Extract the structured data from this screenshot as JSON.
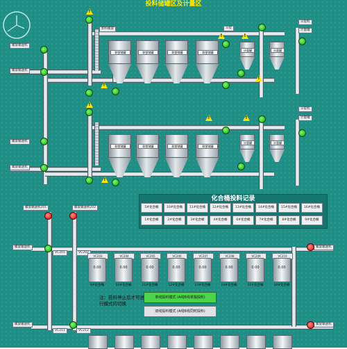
{
  "title": "投料储罐区及计量区",
  "section_a": {
    "feeder_top": "卸料螺旋",
    "elevator_top": "斗提",
    "tanks": [
      "联塑储罐",
      "联塑储罐",
      "联塑储罐",
      "联塑储罐"
    ],
    "meter_tanks": [
      "计量罐",
      "计量罐"
    ],
    "screw_labels": [
      "螺旋输送机",
      "螺旋输送机"
    ],
    "right_labels": [
      "斗提机",
      "计量罐"
    ]
  },
  "section_b": {
    "tanks": [
      "联塑储罐",
      "联塑储罐",
      "联塑储罐",
      "联塑储罐"
    ],
    "meter_tanks": [
      "计量罐",
      "计量罐"
    ],
    "screw_labels": [
      "螺旋输送机",
      "螺旋输送机"
    ],
    "right_labels": [
      "斗提机",
      "计量罐"
    ]
  },
  "mixer_record": {
    "title": "化合桶投料记录",
    "row1": [
      "5#化合桶",
      "10#化合桶",
      "11#化合桶",
      "12#化合桶",
      "13#化合桶",
      "14#化合桶",
      "15#化合桶",
      "16#化合桶"
    ],
    "row2": [
      "1#化合桶",
      "2#化合桶",
      "3#化合桶",
      "4#化合桶",
      "6#化合桶",
      "7#化合桶",
      "8#化合桶",
      "9#化合桶"
    ]
  },
  "lower": {
    "left_labels": [
      "螺旋输送机201",
      "螺旋输送机202"
    ],
    "right_labels": [
      "螺旋输送机",
      "螺旋输送机"
    ],
    "bottom_labels": [
      "螺旋输送机",
      "螺旋输送机"
    ],
    "pipe_codes": [
      "VC201",
      "VC202",
      "VC211",
      "VC212"
    ],
    "drums": [
      {
        "code": "VC203",
        "value": "0.00",
        "name": "9#化合桶"
      },
      {
        "code": "VC204",
        "value": "0.00",
        "name": "10#化合桶"
      },
      {
        "code": "VC205",
        "value": "0.00",
        "name": "11#化合桶"
      },
      {
        "code": "VC206",
        "value": "0.00",
        "name": "12#化合桶"
      },
      {
        "code": "VC207",
        "value": "0.00",
        "name": "13#化合桶"
      },
      {
        "code": "VC208",
        "value": "0.00",
        "name": "14#化合桶"
      },
      {
        "code": "VC209",
        "value": "0.00",
        "name": "15#化合桶"
      },
      {
        "code": "VC210",
        "value": "0.00",
        "name": "16#化合桶"
      }
    ]
  },
  "note": "注：投料停止后才可进行模式的切换",
  "mode_buttons": {
    "single": "单线投料模式 (A线B线单独投料)",
    "dual": "双线投料模式 (A线B线同时投料)"
  },
  "colors": {
    "background": "#1f8f86",
    "valve_on": "#2fd12b",
    "valve_off": "#d41b1b",
    "warning": "#ffe600",
    "active_mode": "#4cd44a"
  }
}
